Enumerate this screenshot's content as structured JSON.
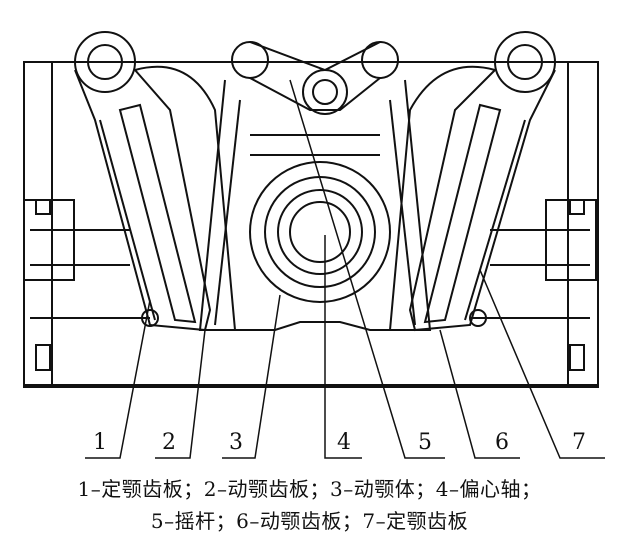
{
  "callouts": [
    "1",
    "2",
    "3",
    "4",
    "5",
    "6",
    "7"
  ],
  "caption": {
    "line1": "1–定颚齿板；2–动颚齿板；3–动颚体；4–偏心轴；",
    "line2": "5–摇杆；6–动颚齿板；7–定颚齿板"
  },
  "colors": {
    "ink": "#111111",
    "background": "#ffffff"
  }
}
